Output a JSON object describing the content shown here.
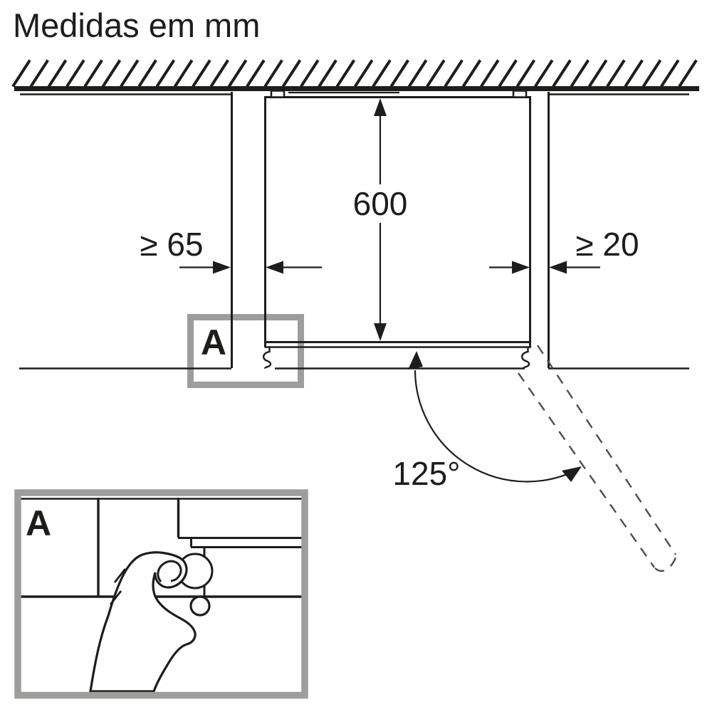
{
  "title": "Medidas em mm",
  "dimensions": {
    "depth": "600",
    "left_clearance": "≥ 65",
    "right_clearance": "≥ 20",
    "door_opening_angle": "125°"
  },
  "callouts": {
    "detail_marker": "A",
    "detail_view_label": "A"
  },
  "colors": {
    "line": "#1d1d1b",
    "callout_gray": "#9d9d9c",
    "dash_gray": "#4d4d4d",
    "background": "#ffffff"
  }
}
